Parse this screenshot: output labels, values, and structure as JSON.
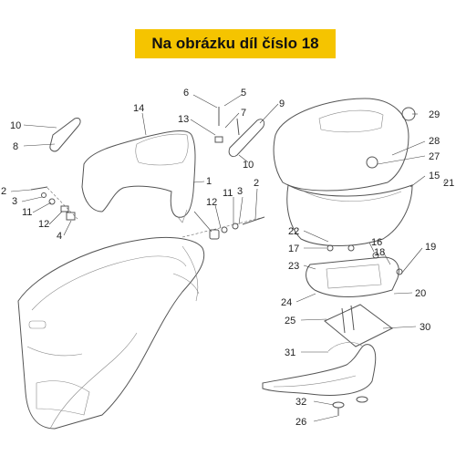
{
  "banner": {
    "text": "Na obrázku díl číslo 18",
    "color": "#f5c400"
  },
  "callouts": [
    "10",
    "8",
    "14",
    "6",
    "5",
    "13",
    "7",
    "9",
    "2",
    "3",
    "11",
    "12",
    "4",
    "1",
    "12",
    "11",
    "3",
    "2",
    "10",
    "29",
    "28",
    "27",
    "15",
    "21",
    "22",
    "17",
    "23",
    "16",
    "18",
    "19",
    "24",
    "20",
    "25",
    "30",
    "31",
    "32",
    "26"
  ]
}
